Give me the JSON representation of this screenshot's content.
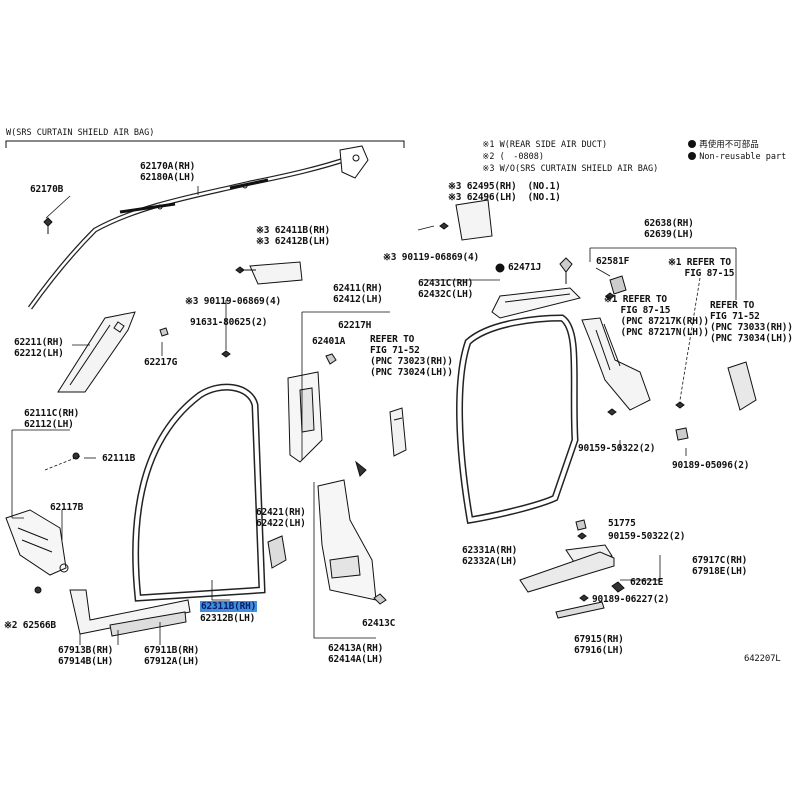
{
  "header": {
    "variant_label": "W(SRS CURTAIN SHIELD AIR BAG)",
    "notes": [
      {
        "mark": "※1",
        "text": "W(REAR SIDE AIR DUCT)"
      },
      {
        "mark": "※2",
        "text": "(　-0808)"
      },
      {
        "mark": "※3",
        "text": "W/O(SRS CURTAIN SHIELD AIR BAG)"
      }
    ],
    "legend": [
      {
        "symbol": "●",
        "text": "再使用不可部品"
      },
      {
        "symbol": "●",
        "text": "Non-reusable part"
      }
    ]
  },
  "parts": {
    "p62170A": "62170A(RH)\n62180A(LH)",
    "p62170B": "62170B",
    "p62211": "62211(RH)\n62212(LH)",
    "p62217G": "62217G",
    "p62411B": "※3 62411B(RH)\n※3 62412B(LH)",
    "p90119_1": "※3 90119-06869(4)",
    "p91631": "91631-80625(2)",
    "p62111C": "62111C(RH)\n62112(LH)",
    "p62111B": "62111B",
    "p62117B": "62117B",
    "p62566B": "※2 62566B",
    "p67913B": "67913B(RH)\n67914B(LH)",
    "p67911B": "67911B(RH)\n67912A(LH)",
    "p62311B_rh": "62311B(RH)",
    "p62312B_lh": "62312B(LH)",
    "p62495": "※3 62495(RH)  (NO.1)\n※3 62496(LH)  (NO.1)",
    "p90119_2": "※3 90119-06869(4)",
    "p62411": "62411(RH)\n62412(LH)",
    "p62217H": "62217H",
    "p62401A": "62401A",
    "p_refer_71_52_a": "REFER TO\nFIG 71-52\n(PNC 73023(RH))\n(PNC 73024(LH))",
    "p62421": "62421(RH)\n62422(LH)",
    "p62413C": "62413C",
    "p62413A": "62413A(RH)\n62414A(LH)",
    "p62471J": "62471J",
    "p62431C": "62431C(RH)\n62432C(LH)",
    "p62331A": "62331A(RH)\n62332A(LH)",
    "p62638": "62638(RH)\n62639(LH)",
    "p62581F": "62581F",
    "p_refer_87_15_a": "※1 REFER TO\n   FIG 87-15",
    "p_refer_87_15_b": "※1 REFER TO\n   FIG 87-15\n   (PNC 87217K(RH))\n   (PNC 87217N(LH))",
    "p_refer_71_52_b": "REFER TO\nFIG 71-52\n(PNC 73033(RH))\n(PNC 73034(LH))",
    "p90159_1": "90159-50322(2)",
    "p90189_1": "90189-05096(2)",
    "p51775": "51775",
    "p90159_2": "90159-50322(2)",
    "p67917C": "67917C(RH)\n67918E(LH)",
    "p62621E": "62621E",
    "p90189_2": "90189-06227(2)",
    "p67915": "67915(RH)\n67916(LH)",
    "drawing_no": "642207L"
  }
}
